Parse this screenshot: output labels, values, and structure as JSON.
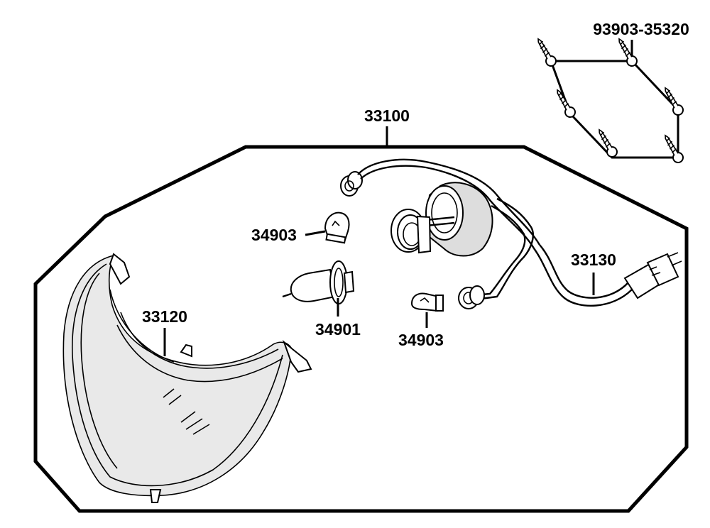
{
  "parts": {
    "assembly": {
      "number": "33100"
    },
    "screws": {
      "number": "93903-35320"
    },
    "lens": {
      "number": "33120"
    },
    "harness": {
      "number": "33130"
    },
    "headlight_bulb": {
      "number": "34901"
    },
    "small_bulb_upper": {
      "number": "34903"
    },
    "small_bulb_lower": {
      "number": "34903"
    }
  }
}
